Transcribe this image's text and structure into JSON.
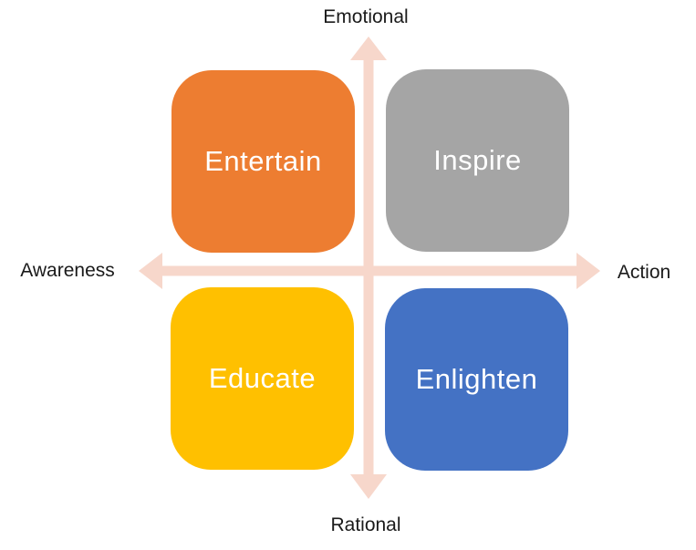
{
  "axes": {
    "arrow_color": "#F7D7CB",
    "vertical": {
      "top_label": "Emotional",
      "bottom_label": "Rational"
    },
    "horizontal": {
      "left_label": "Awareness",
      "right_label": "Action"
    }
  },
  "quadrants": [
    {
      "id": "entertain",
      "label": "Entertain",
      "color": "#ED7D31",
      "position": "top-left"
    },
    {
      "id": "inspire",
      "label": "Inspire",
      "color": "#A5A5A5",
      "position": "top-right"
    },
    {
      "id": "educate",
      "label": "Educate",
      "color": "#FFC000",
      "position": "bottom-left"
    },
    {
      "id": "enlighten",
      "label": "Enlighten",
      "color": "#4472C4",
      "position": "bottom-right"
    }
  ],
  "text_color": "#1a1a1a",
  "label_text_color": "#ffffff"
}
